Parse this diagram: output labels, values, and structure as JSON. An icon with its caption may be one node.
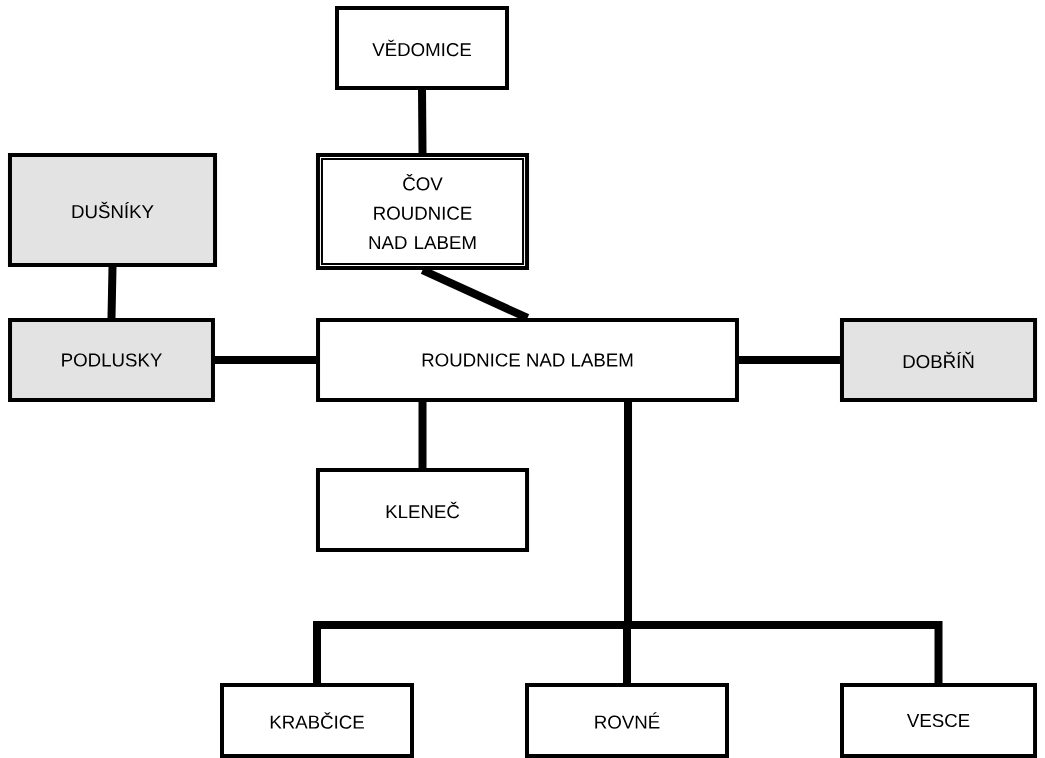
{
  "diagram": {
    "nodes": [
      {
        "text": [
          "VĚDOMICE"
        ]
      },
      {
        "text": [
          "ČOV ROUDNICE NAD LABEM"
        ]
      },
      {
        "text": [
          "DUŠNÍKY"
        ]
      },
      {
        "text": [
          "PODLUSKY"
        ]
      },
      {
        "text": [
          "ROUDNICE NAD LABEM"
        ]
      },
      {
        "text": [
          "DOBŘÍŇ"
        ]
      },
      {
        "text": [
          "KLENEČ"
        ]
      },
      {
        "text": [
          "KRABČICE"
        ]
      },
      {
        "text": [
          "ROVNÉ"
        ]
      },
      {
        "text": [
          "VESCE"
        ]
      }
    ],
    "edges": [
      {
        "from": 0,
        "to": 1,
        "arrow": "none"
      },
      {
        "from": 1,
        "to": 4,
        "arrow": "none"
      },
      {
        "from": 2,
        "to": 3,
        "arrow": "none"
      },
      {
        "from": 3,
        "to": 4,
        "arrow": "none"
      },
      {
        "from": 4,
        "to": 5,
        "arrow": "none"
      },
      {
        "from": 4,
        "to": 6,
        "arrow": "none"
      },
      {
        "from": 4,
        "to": 7,
        "arrow": "none"
      },
      {
        "from": 4,
        "to": 8,
        "arrow": "none"
      },
      {
        "from": 4,
        "to": 9,
        "arrow": "none"
      }
    ]
  }
}
